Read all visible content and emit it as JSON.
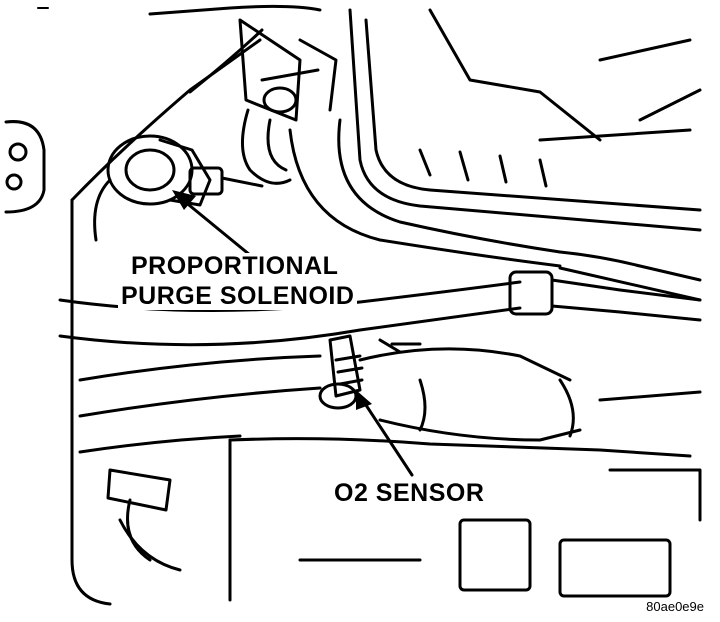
{
  "labels": {
    "proportional": "PROPORTIONAL",
    "purge_solenoid": "PURGE SOLENOID",
    "o2_sensor": "O2 SENSOR"
  },
  "figure_code": "80ae0e9e",
  "colors": {
    "ink": "#000000",
    "paper": "#ffffff"
  }
}
